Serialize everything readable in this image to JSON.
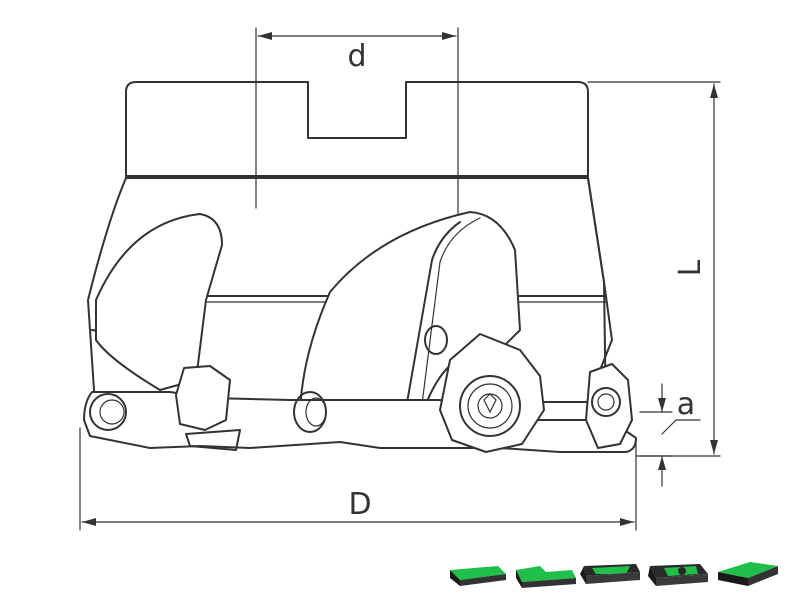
{
  "dimensions": {
    "d_label": "d",
    "D_label": "D",
    "L_label": "L",
    "a_label": "a"
  },
  "colors": {
    "line": "#333333",
    "insert_green": "#1fbf4a",
    "insert_dark": "#2a2a2a"
  },
  "icons": [
    "insert-shape-1-icon",
    "insert-shape-2-icon",
    "insert-shape-3-icon",
    "insert-shape-4-icon",
    "insert-shape-5-icon"
  ]
}
